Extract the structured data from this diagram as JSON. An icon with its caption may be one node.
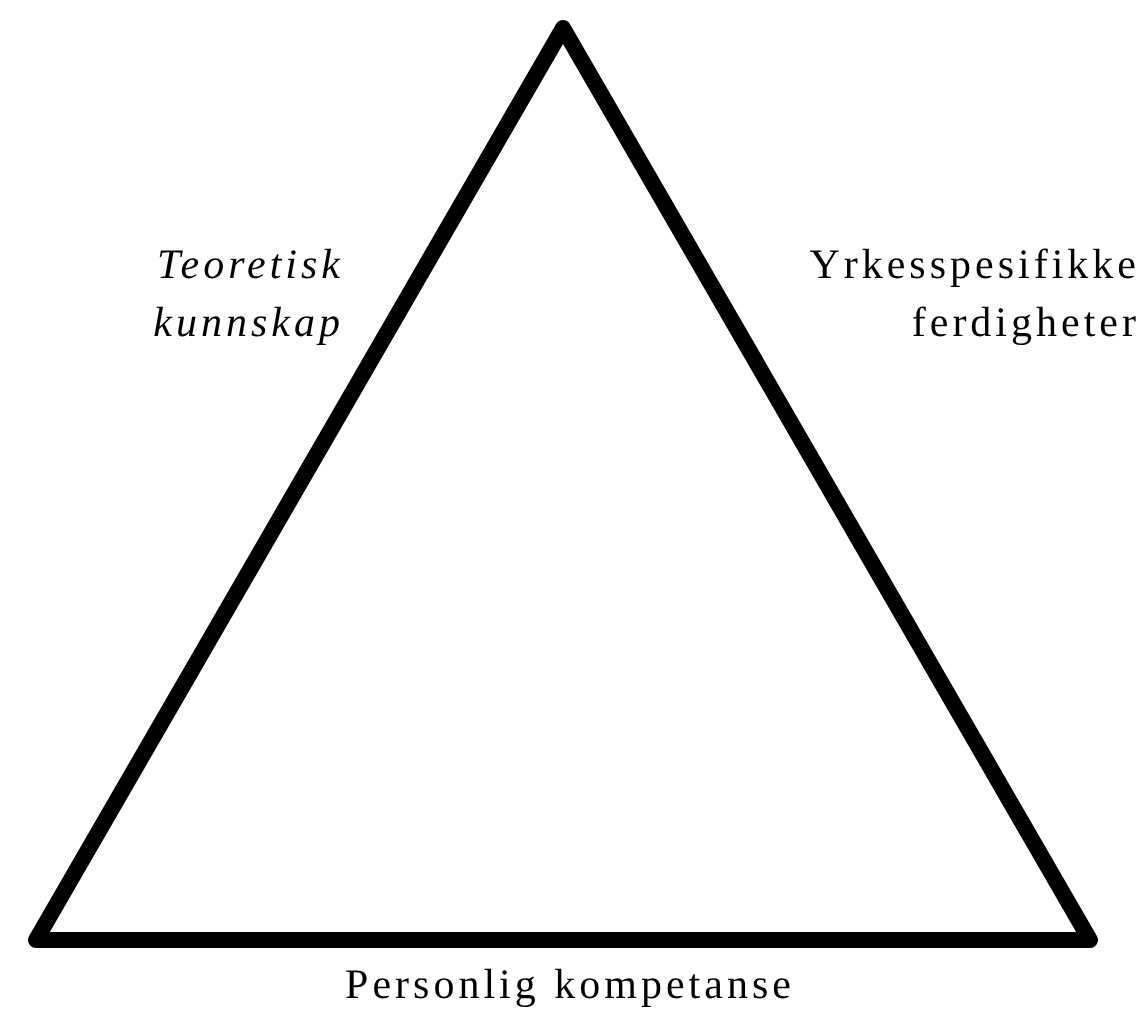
{
  "diagram": {
    "nodes": [
      {
        "text": [],
        "shape": "triangle",
        "beside": [
          "Teoretisk kunnskap",
          "Yrkesspesifikke ferdigheter",
          "Personlig kompetanse"
        ]
      }
    ]
  }
}
